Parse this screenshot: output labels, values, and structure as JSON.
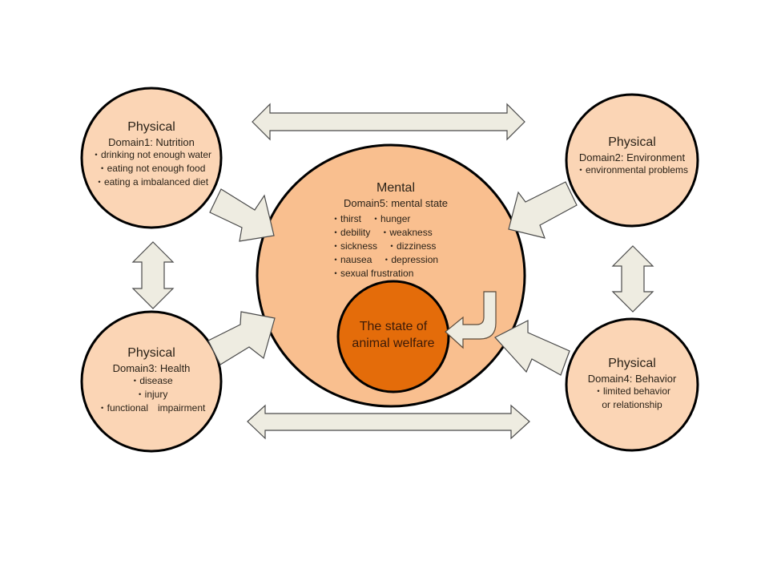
{
  "colors": {
    "physical_fill": "#fbd5b5",
    "mental_fill": "#f9bf8f",
    "welfare_fill": "#e46c0a",
    "arrow_fill": "#eeece1",
    "outline": "#000000"
  },
  "domain1": {
    "title": "Physical",
    "subtitle": "Domain1: Nutrition",
    "items": [
      "・drinking not enough water",
      "・eating not enough food",
      "・eating a imbalanced diet"
    ]
  },
  "domain2": {
    "title": "Physical",
    "subtitle": "Domain2: Environment",
    "items": [
      "・environmental problems"
    ]
  },
  "domain3": {
    "title": "Physical",
    "subtitle": "Domain3: Health",
    "items": [
      "・disease",
      "・injury",
      "・functional　impairment"
    ]
  },
  "domain4": {
    "title": "Physical",
    "subtitle": "Domain4: Behavior",
    "items": [
      "・limited behavior",
      "or relationship"
    ]
  },
  "domain5": {
    "title": "Mental",
    "subtitle": "Domain5: mental state",
    "items": [
      "・thirst　・hunger",
      "・debility　・weakness",
      "・sickness　・dizziness",
      "・nausea　・depression",
      "・sexual frustration"
    ]
  },
  "welfare": {
    "lines": [
      "The state of",
      "animal welfare"
    ]
  }
}
